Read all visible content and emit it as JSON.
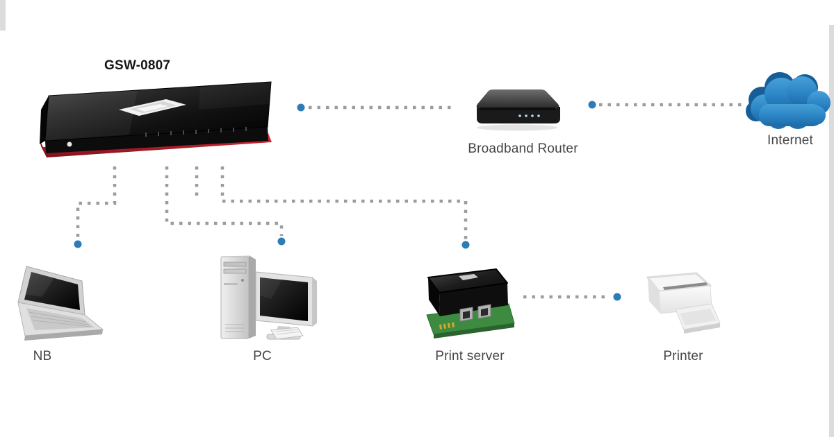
{
  "diagram": {
    "type": "network-topology",
    "nodes": [
      {
        "id": "switch",
        "label": "GSW-0807",
        "icon": "network-switch-icon"
      },
      {
        "id": "router",
        "label": "Broadband Router",
        "icon": "router-icon"
      },
      {
        "id": "internet",
        "label": "Internet",
        "icon": "internet-cloud-icon"
      },
      {
        "id": "nb",
        "label": "NB",
        "icon": "notebook-icon"
      },
      {
        "id": "pc",
        "label": "PC",
        "icon": "desktop-pc-icon"
      },
      {
        "id": "print_server",
        "label": "Print server",
        "icon": "print-server-icon"
      },
      {
        "id": "printer",
        "label": "Printer",
        "icon": "printer-icon"
      }
    ],
    "connections": [
      {
        "from": "switch",
        "to": "router",
        "style": "dotted"
      },
      {
        "from": "router",
        "to": "internet",
        "style": "dotted"
      },
      {
        "from": "switch",
        "to": "nb",
        "style": "dotted"
      },
      {
        "from": "switch",
        "to": "pc",
        "style": "dotted"
      },
      {
        "from": "switch",
        "to": "print_server",
        "style": "dotted"
      },
      {
        "from": "print_server",
        "to": "printer",
        "style": "dotted"
      }
    ],
    "colors": {
      "background": "#ffffff",
      "connector_dash": "#9c9c9c",
      "endpoint_dot": "#2d7cb5",
      "cloud_blue": "#2b84c4",
      "switch_accent_red": "#c4202c",
      "pcb_green": "#3d8b40",
      "label": "#454545"
    }
  }
}
